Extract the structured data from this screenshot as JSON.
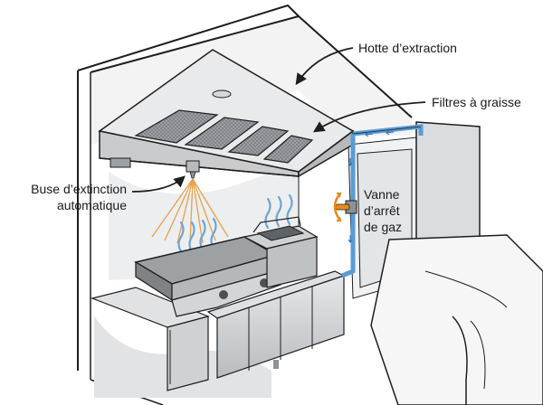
{
  "labels": {
    "hood": "Hotte d’extraction",
    "filters": "Filtres à graisse",
    "nozzle_line1": "Buse d’extinction",
    "nozzle_line2": "automatique",
    "valve_line1": "Vanne",
    "valve_line2": "d’arrêt",
    "valve_line3": "de gaz"
  },
  "colors": {
    "outline": "#1e1e1e",
    "shadow": "#dcdde0",
    "steel": "#c8cacc",
    "steel_dark": "#8e9194",
    "gas_pipe": "#5a9bd5",
    "heat_waves": "#6ea4d8",
    "spray": "#e8a04a",
    "valve_handle": "#e98a1c"
  },
  "icons": {
    "valve": "valve-handle-icon",
    "nozzle": "sprinkler-nozzle-icon",
    "arrows": "flow-arrow-icon"
  }
}
